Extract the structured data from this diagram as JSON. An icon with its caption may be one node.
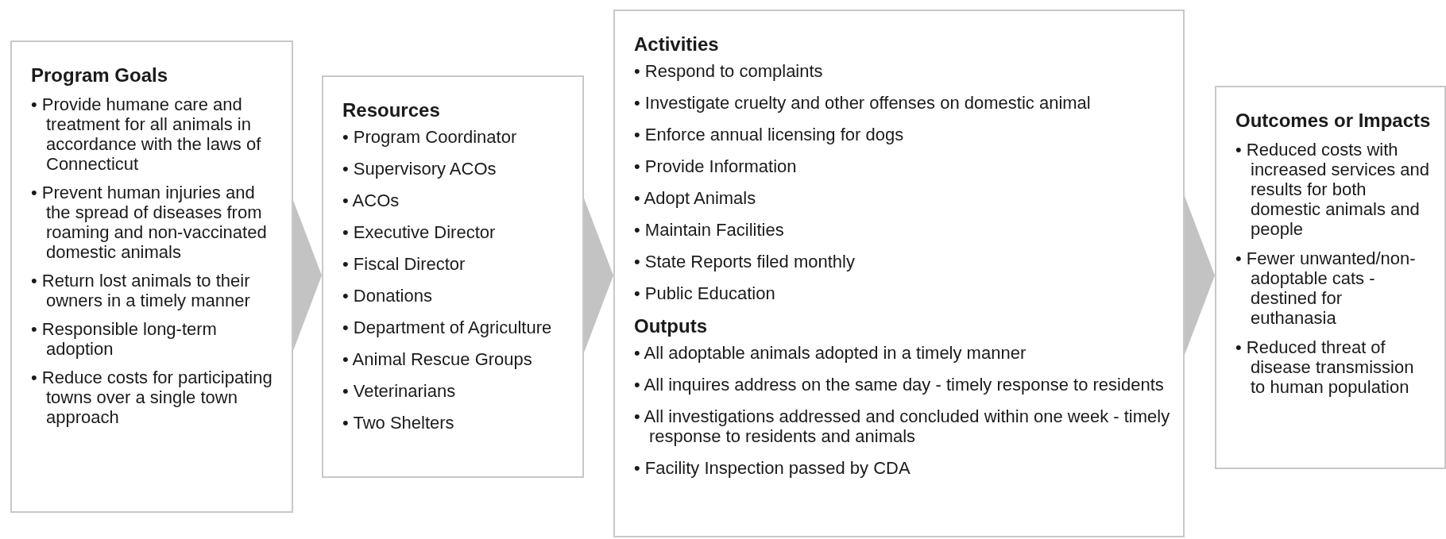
{
  "diagram": {
    "nodes": [
      {
        "text": [
          "Program Goals",
          "• Provide humane care and treatment for all animals in accordance with the laws of Connecticut",
          "• Prevent human injuries and the spread of diseases from roaming and non-vaccinated domestic animals",
          "• Return lost animals to their owners in a timely manner",
          "• Responsible long-term adoption",
          "• Reduce costs for participating towns over a single town approach"
        ]
      },
      {
        "text": [
          "Resources",
          "• Program Coordinator",
          "• Supervisory ACOs",
          "• ACOs",
          "• Executive Director",
          "• Fiscal Director",
          "• Donations",
          "• Department of Agriculture",
          "• Animal Rescue Groups",
          "• Veterinarians",
          "• Two Shelters"
        ]
      },
      {
        "text": [
          "Activities",
          "• Respond to complaints",
          "• Investigate cruelty and other offenses on domestic animal",
          "• Enforce annual licensing for dogs",
          "• Provide Information",
          "• Adopt Animals",
          "• Maintain Facilities",
          "• State Reports filed monthly",
          "• Public Education",
          "Outputs",
          "• All adoptable animals adopted in a timely manner",
          "• All inquires address on the same day - timely response to residents",
          "• All investigations addressed and concluded within one week - timely response to residents and animals",
          "• Facility Inspection passed by CDA"
        ]
      },
      {
        "text": [
          "Outcomes or Impacts",
          "• Reduced costs with increased services and results for both domestic animals and people",
          "• Fewer unwanted/non-adoptable cats - destined for euthanasia",
          "• Reduced threat of disease transmission to human population"
        ]
      }
    ],
    "edges": [
      {
        "from": 0,
        "to": 1,
        "arrow": "to"
      },
      {
        "from": 1,
        "to": 2,
        "arrow": "to"
      },
      {
        "from": 2,
        "to": 3,
        "arrow": "to"
      }
    ]
  }
}
